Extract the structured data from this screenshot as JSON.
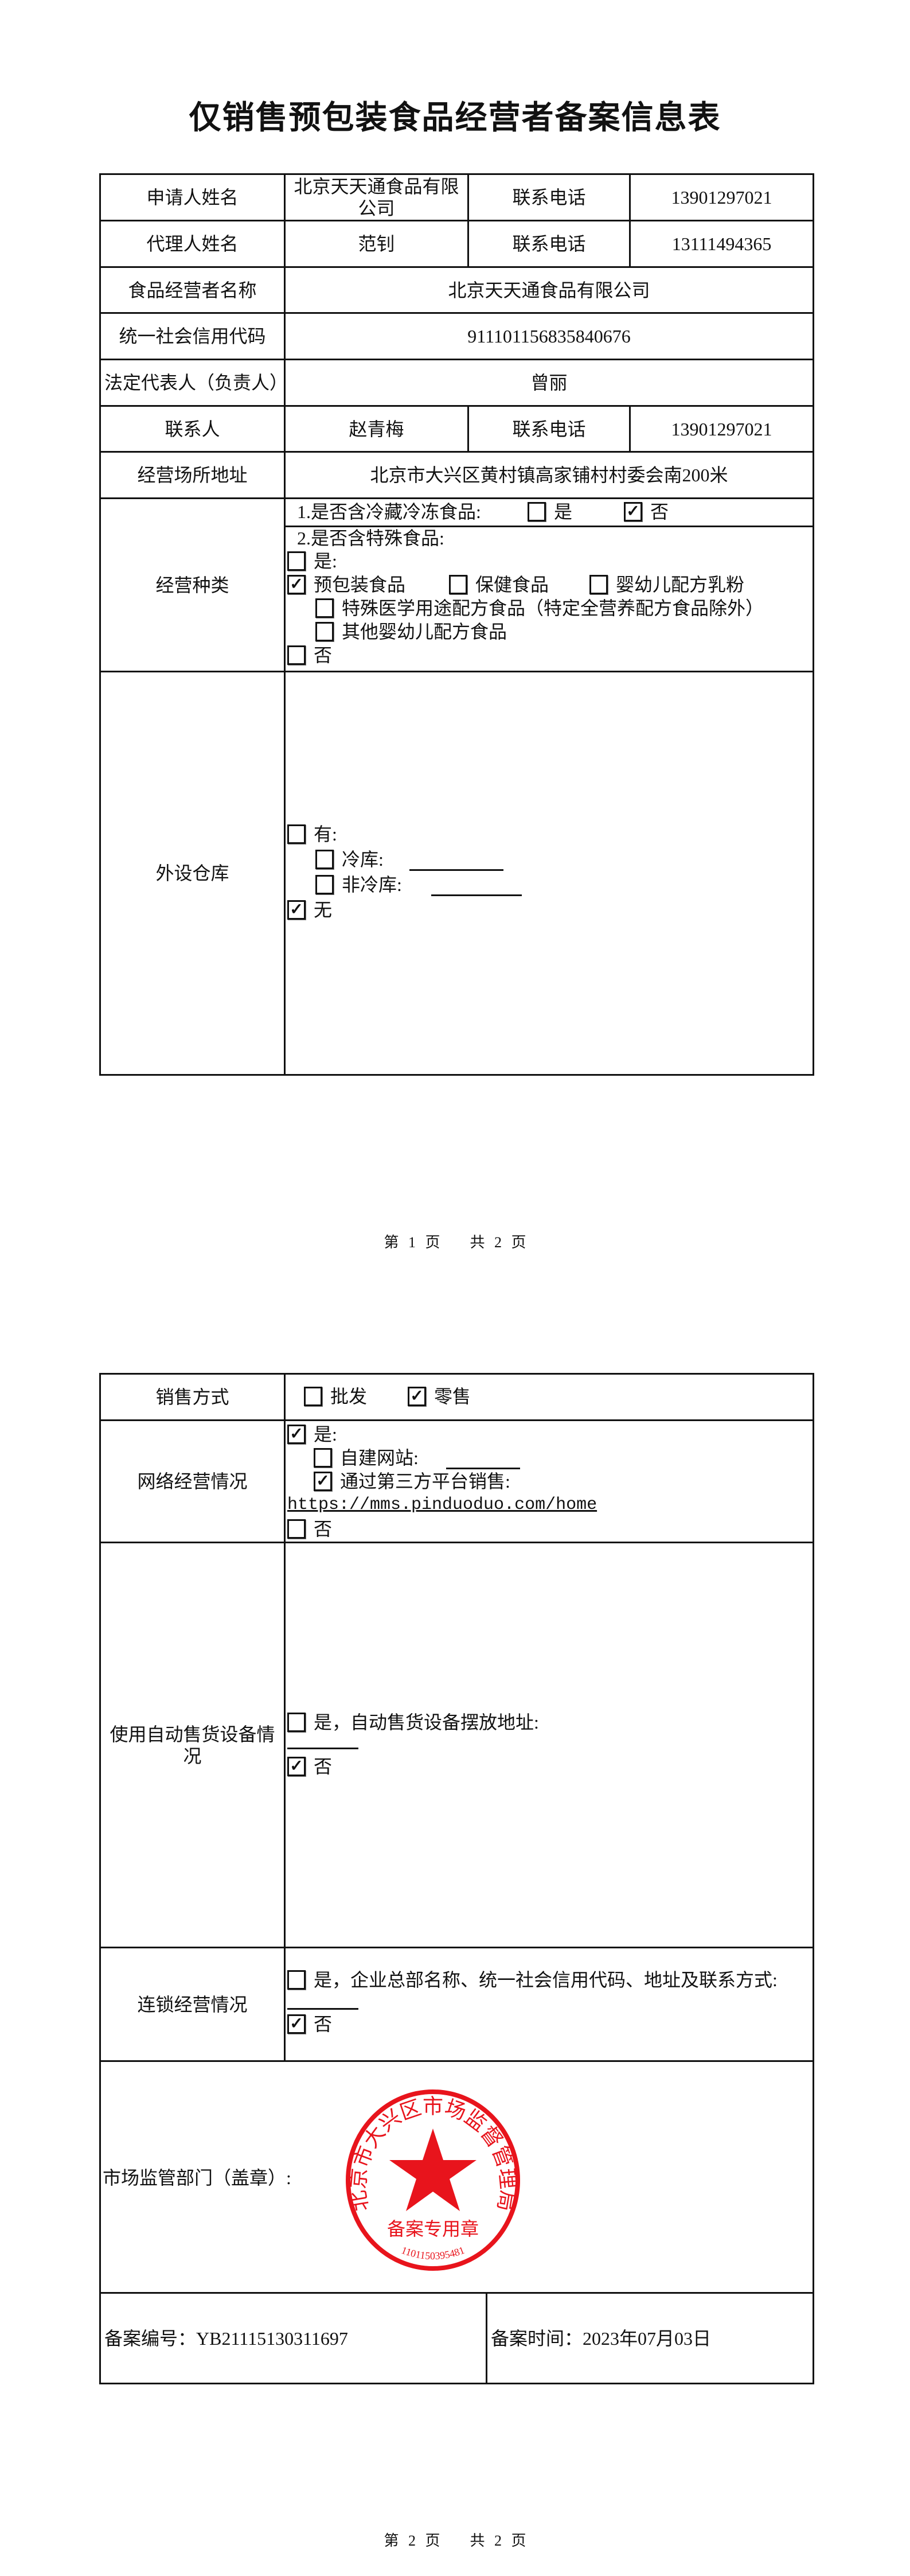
{
  "title": "仅销售预包装食品经营者备案信息表",
  "page1": {
    "rows": [
      {
        "label": "申请人姓名",
        "value": "北京天天通食品有限公司",
        "label2": "联系电话",
        "value2": "13901297021"
      },
      {
        "label": "代理人姓名",
        "value": "范钊",
        "label2": "联系电话",
        "value2": "13111494365"
      },
      {
        "label": "食品经营者名称",
        "value": "北京天天通食品有限公司"
      },
      {
        "label": "统一社会信用代码",
        "value": "911101156835840676"
      },
      {
        "label": "法定代表人（负责人）",
        "value": "曾丽"
      },
      {
        "label": "联系人",
        "value": "赵青梅",
        "label2": "联系电话",
        "value2": "13901297021"
      },
      {
        "label": "经营场所地址",
        "value": "北京市大兴区黄村镇高家铺村村委会南200米"
      }
    ],
    "business_type": {
      "label": "经营种类",
      "q1": "1.是否含冷藏冷冻食品:",
      "q1_yes": {
        "label": "是",
        "checked": false
      },
      "q1_no": {
        "label": "否",
        "checked": true
      },
      "q2": "2.是否含特殊食品:",
      "q2_yes": {
        "label": "是:",
        "checked": false
      },
      "items": [
        {
          "label": "预包装食品",
          "checked": true
        },
        {
          "label": "保健食品",
          "checked": false
        },
        {
          "label": "婴幼儿配方乳粉",
          "checked": false
        },
        {
          "label": "特殊医学用途配方食品（特定全营养配方食品除外）",
          "checked": false
        },
        {
          "label": "其他婴幼儿配方食品",
          "checked": false
        }
      ],
      "q2_no": {
        "label": "否",
        "checked": false
      }
    },
    "warehouse": {
      "label": "外设仓库",
      "yes": {
        "label": "有:",
        "checked": false
      },
      "cold": {
        "label": "冷库:",
        "checked": false
      },
      "noncold": {
        "label": "非冷库:",
        "checked": false
      },
      "none": {
        "label": "无",
        "checked": true
      }
    },
    "footer": "第 1 页　　共 2 页"
  },
  "page2": {
    "sales": {
      "label": "销售方式",
      "wholesale": {
        "label": "批发",
        "checked": false
      },
      "retail": {
        "label": "零售",
        "checked": true
      }
    },
    "online": {
      "label": "网络经营情况",
      "yes": {
        "label": "是:",
        "checked": true
      },
      "own_site": {
        "label": "自建网站:",
        "checked": false
      },
      "third_party": {
        "label": "通过第三方平台销售:",
        "checked": true
      },
      "url": "https://mms.pinduoduo.com/home",
      "no": {
        "label": "否",
        "checked": false
      }
    },
    "vending": {
      "label": "使用自动售货设备情况",
      "yes": {
        "label": "是，自动售货设备摆放地址:",
        "checked": false
      },
      "no": {
        "label": "否",
        "checked": true
      }
    },
    "chain": {
      "label": "连锁经营情况",
      "yes": {
        "label": "是，企业总部名称、统一社会信用代码、地址及联系方式:",
        "checked": false
      },
      "no": {
        "label": "否",
        "checked": true
      }
    },
    "authority": {
      "label": "市场监管部门（盖章）:",
      "stamp": {
        "ring_text": "北京市大兴区市场监督管理局",
        "center_text": "备案专用章",
        "number": "1101150395481",
        "color": "#e8141c"
      }
    },
    "record_no": "备案编号：YB21115130311697",
    "record_time": "备案时间：2023年07月03日",
    "footer": "第 2 页　　共 2 页"
  }
}
